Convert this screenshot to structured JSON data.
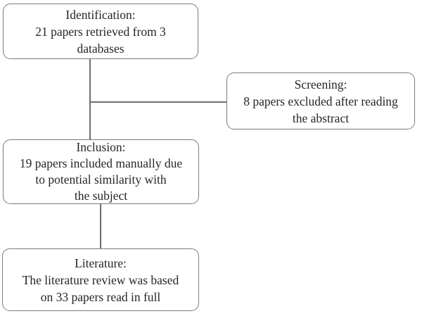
{
  "flowchart": {
    "colors": {
      "bg": "#ffffff",
      "border": "#7b7b7b",
      "line": "#6e6e6e",
      "text": "#262626"
    },
    "nodes": [
      {
        "id": "identification",
        "label": "Identification:\n21 papers retrieved from 3\ndatabases"
      },
      {
        "id": "screening",
        "label": "Screening:\n8 papers excluded after reading\nthe abstract"
      },
      {
        "id": "inclusion",
        "label": "Inclusion:\n19 papers included manually due\nto potential similarity with\nthe subject"
      },
      {
        "id": "literature",
        "label": "Literature:\nThe literature review was based\non 33 papers read in full"
      }
    ],
    "connectors": [
      {
        "from": "identification",
        "to": "inclusion",
        "orientation": "vertical"
      },
      {
        "from": "identification-inclusion-trunk",
        "to": "screening",
        "orientation": "horizontal"
      },
      {
        "from": "inclusion",
        "to": "literature",
        "orientation": "vertical"
      }
    ]
  }
}
